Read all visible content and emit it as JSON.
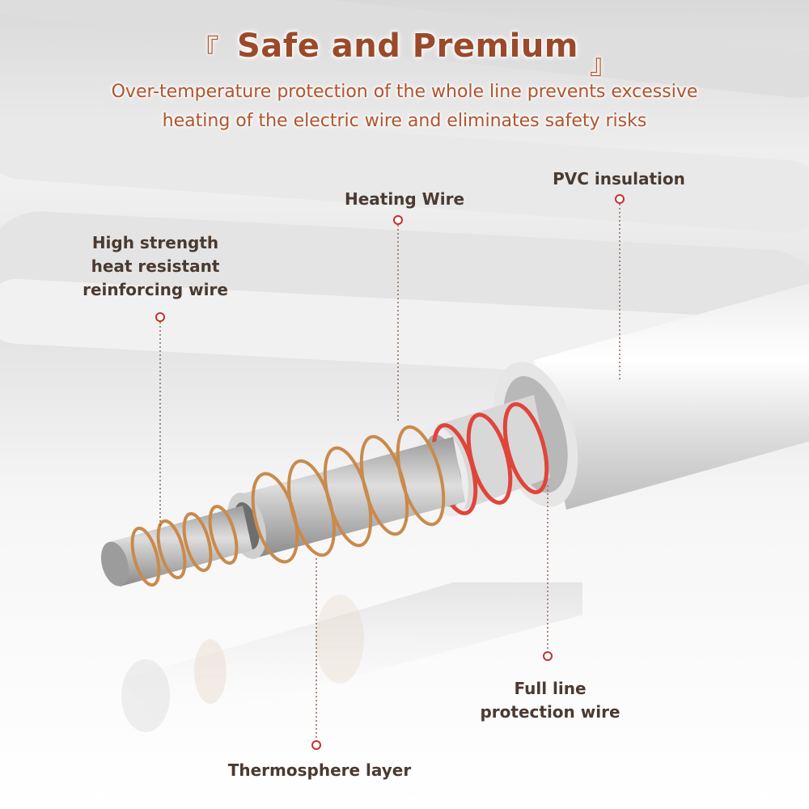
{
  "heading": {
    "bracket_open": "『",
    "title": "Safe and Premium",
    "bracket_close": "』",
    "subtitle_line1": "Over-temperature protection of the whole line prevents excessive",
    "subtitle_line2": "heating of the electric wire and eliminates safety risks"
  },
  "labels": {
    "pvc_insulation": "PVC insulation",
    "heating_wire": "Heating Wire",
    "reinforcing_line1": "High strength",
    "reinforcing_line2": "heat resistant",
    "reinforcing_line3": "reinforcing wire",
    "protection_line1": "Full line",
    "protection_line2": "protection wire",
    "thermosphere": "Thermosphere layer"
  },
  "colors": {
    "title": "#9a4a2a",
    "subtitle": "#b0542e",
    "callout_dot": "#c6302a",
    "copper_wire": "#c98a4b",
    "red_wire": "#e0453a"
  }
}
